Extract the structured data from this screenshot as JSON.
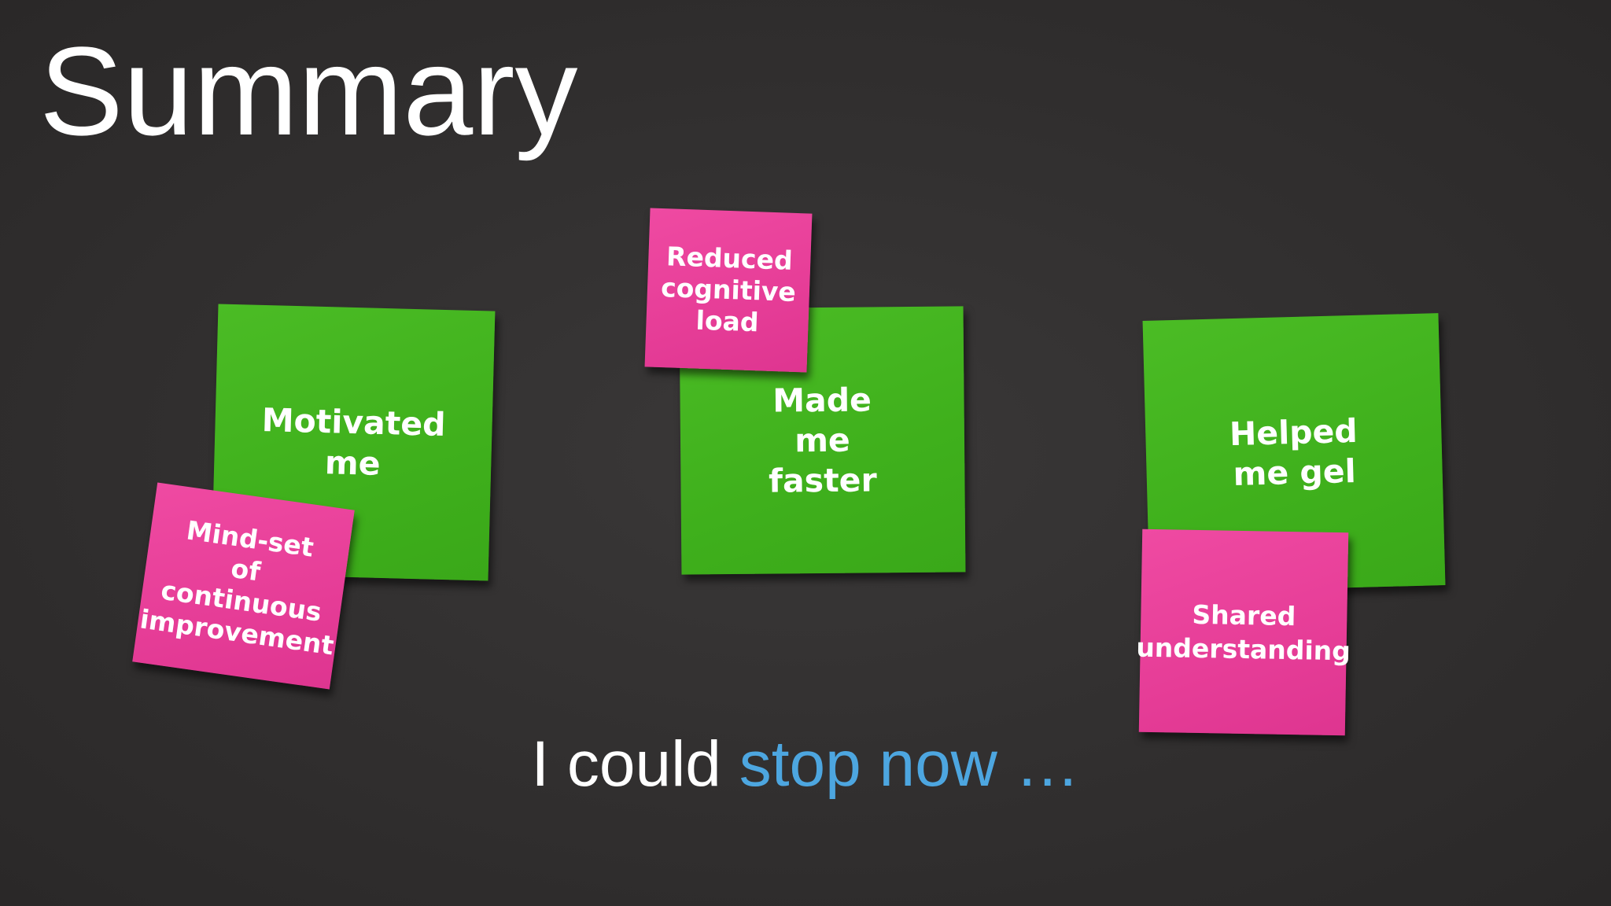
{
  "slide": {
    "title": "Summary",
    "notes": {
      "green_left": "Motivated\nme",
      "green_center": "Made\nme\nfaster",
      "green_right": "Helped\nme gel",
      "pink_left": "Mind-set\nof\ncontinuous\nimprovement",
      "pink_top": "Reduced\ncognitive\nload",
      "pink_right": "Shared\nunderstanding"
    },
    "tagline": {
      "plain": "I could ",
      "accent": "stop now …"
    }
  },
  "colors": {
    "background": "#312f2f",
    "green_note": "#3fb01c",
    "pink_note": "#e63d97",
    "accent_text": "#4da6e0",
    "text": "#ffffff"
  }
}
